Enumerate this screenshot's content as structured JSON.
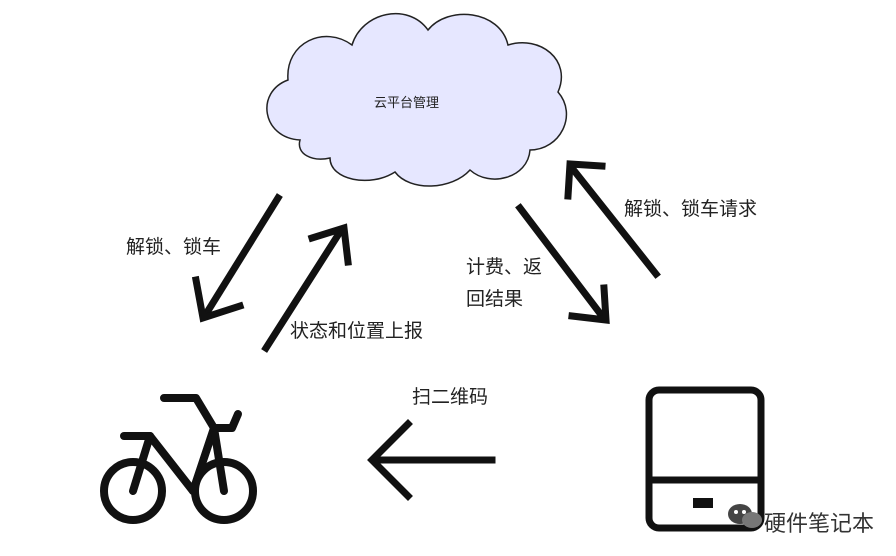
{
  "cloud": {
    "label": "云平台管理"
  },
  "labels": {
    "unlock_lock": "解锁、锁车",
    "status_report": "状态和位置上报",
    "billing_line1": "计费、返",
    "billing_line2": "回结果",
    "unlock_request": "解锁、锁车请求",
    "scan_qr": "扫二维码"
  },
  "icons": {
    "bicycle": "bicycle-icon",
    "phone": "phone-icon",
    "watermark": "wechat-icon"
  },
  "watermark": {
    "text": "硬件笔记本"
  },
  "colors": {
    "cloud_fill": "#e6e7ff",
    "stroke": "#111111",
    "text": "#222222"
  }
}
